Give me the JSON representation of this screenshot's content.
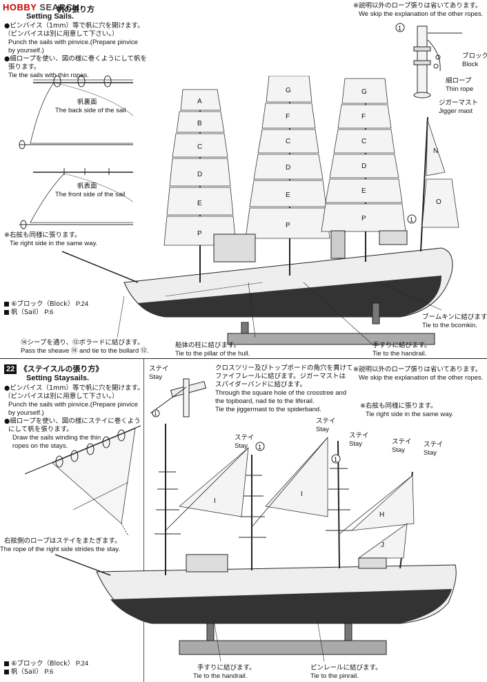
{
  "watermark": {
    "brand": "HOBBY",
    "search": "SEARCH"
  },
  "step21": {
    "title_jp": "帆の張り方",
    "title_en": "Setting Sails.",
    "lines": [
      "●ピンバイス（1mm）等で帆に穴を開けます。",
      "（ピンバイスは別に用意して下さい。）",
      "Punch the sails with pinvice.(Prepare pinvice",
      "by yourself.)",
      "●細ロープを使い、図の様に巻くようにして帆を",
      "張ります。",
      "Tie the sails with thin ropes."
    ],
    "back_side_jp": "帆裏面",
    "back_side_en": "The back side of the sail",
    "front_side_jp": "帆表面",
    "front_side_en": "The front side of the sail",
    "right_side_jp": "※右舷も同様に張ります。",
    "right_side_en": "Tie right side in the same way.",
    "skip_jp": "※説明以外のロープ張りは省いてあります。",
    "skip_en": "We skip the explanation of the other ropes.",
    "block_jp": "ブロック",
    "block_en": "Block",
    "thin_rope_jp": "細ロープ",
    "thin_rope_en": "Thin rope",
    "jigger_jp": "ジガーマスト",
    "jigger_en": "Jigger mast",
    "boomkin_jp": "ブームキンに結びます。",
    "boomkin_en": "Tie to the bcomkin.",
    "handrail_jp": "手すりに結びます。",
    "handrail_en": "Tie to the handrail.",
    "pillar_jp": "船体の柱に結びます。",
    "pillar_en": "Tie to the pillar of the hull.",
    "sheave_jp": "⑭シーブを通り、⑫ボラードに結びます。",
    "sheave_en": "Pass the sheave ⑭ and tie to the bollard ⑫.",
    "parts": [
      {
        "label": "⑥ブロック（Block）",
        "page": "P.24"
      },
      {
        "label": "帆（Sail）",
        "page": "P.6"
      }
    ],
    "sail_letters": [
      "A",
      "B",
      "C",
      "D",
      "E",
      "P",
      "G",
      "F",
      "C",
      "D",
      "E",
      "P",
      "G",
      "F",
      "C",
      "D",
      "E",
      "P",
      "N",
      "O"
    ],
    "circle_marks": [
      "①",
      "⑥",
      "①"
    ]
  },
  "step22": {
    "number": "22",
    "title_jp": "《ステイスルの張り方》",
    "title_en": "Setting Staysails.",
    "lines": [
      "●ピンバイス（1mm）等で帆に穴を開けます。",
      "（ピンバイスは別に用意して下さい。）",
      "Punch the sails with pinvice.(Prepare pinvice",
      "by yourself.)",
      "●細ロープを使い、図の様にステイに巻くよう",
      "にして帆を張ります。",
      "Draw the sails winding the thin",
      "ropes on the stays."
    ],
    "right_rope_jp": "右舷側のロープはステイをまたぎます。",
    "right_rope_en": "The rope of the right side strides the stay.",
    "stay_jp": "ステイ",
    "stay_en": "Stay",
    "crosstree_jp": [
      "クロスツリー及びトップボードの角穴を貫けて",
      "ファイフレールに結びます。ジガーマストは",
      "スパイダーバンドに結びます。"
    ],
    "crosstree_en": [
      "Through the square hole of the crosstree and",
      "the topboard, nad tie to the liferail.",
      "Tie the jiggermast to the spiderband."
    ],
    "skip_jp": "※説明以外のロープ張りは省いてあります。",
    "skip_en": "We skip the explanation of the other ropes.",
    "right_side_jp": "※右舷も同様に張ります。",
    "right_side_en": "Tie right side in the same way.",
    "handrail_jp": "手すりに結びます。",
    "handrail_en": "Tie to the handrail.",
    "pinrail_jp": "ピンレールに結びます。",
    "pinrail_en": "Tie to the pinrail.",
    "parts": [
      {
        "label": "⑥ブロック（Block）",
        "page": "P.24"
      },
      {
        "label": "帆（Sail）",
        "page": "P.6"
      }
    ],
    "sail_letters": [
      "I",
      "I",
      "H",
      "J"
    ],
    "circle_marks": [
      "①",
      "①"
    ]
  }
}
